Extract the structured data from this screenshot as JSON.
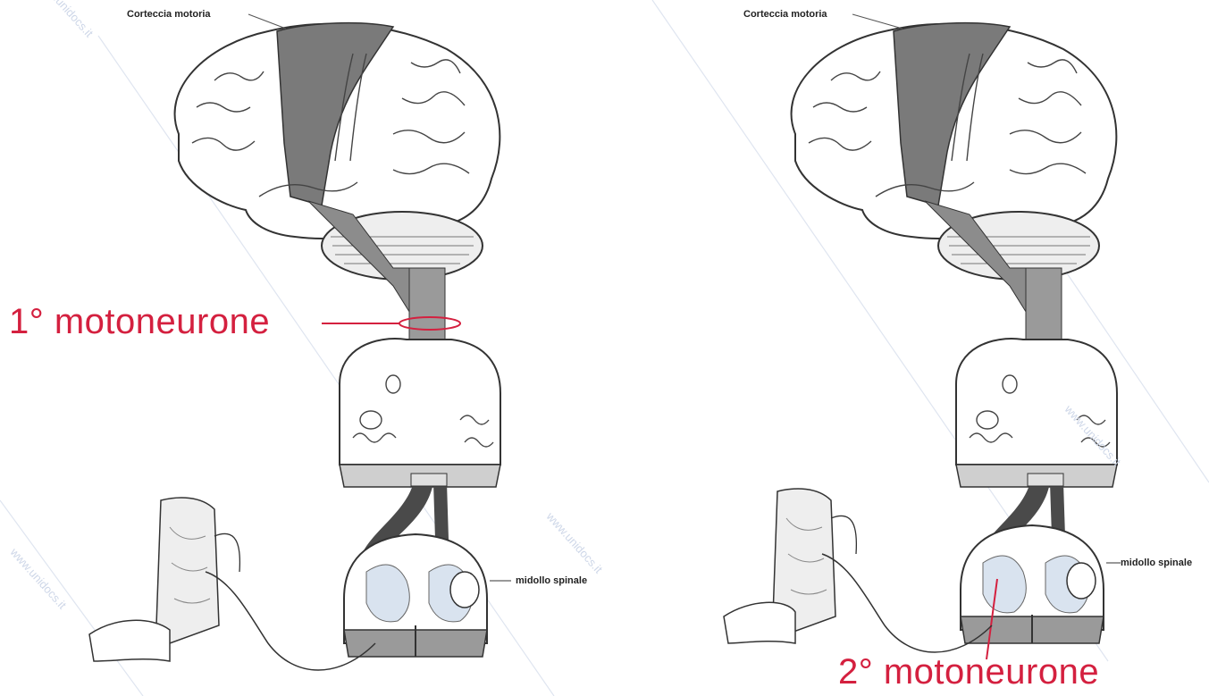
{
  "left_panel": {
    "cortex_label": "Corteccia motoria",
    "spinal_label": "midollo spinale",
    "neuron_label": "1° motoneurone"
  },
  "right_panel": {
    "cortex_label": "Corteccia motoria",
    "spinal_label": "midollo spinale",
    "neuron_label": "2° motoneurone"
  },
  "watermark": {
    "text": "www.unidocs.it"
  },
  "colors": {
    "highlight_red": "#d4203f",
    "motor_cortex": "#7a7a7a",
    "tract_dark": "#4a4a4a",
    "watermark": "#c9d3e6"
  }
}
